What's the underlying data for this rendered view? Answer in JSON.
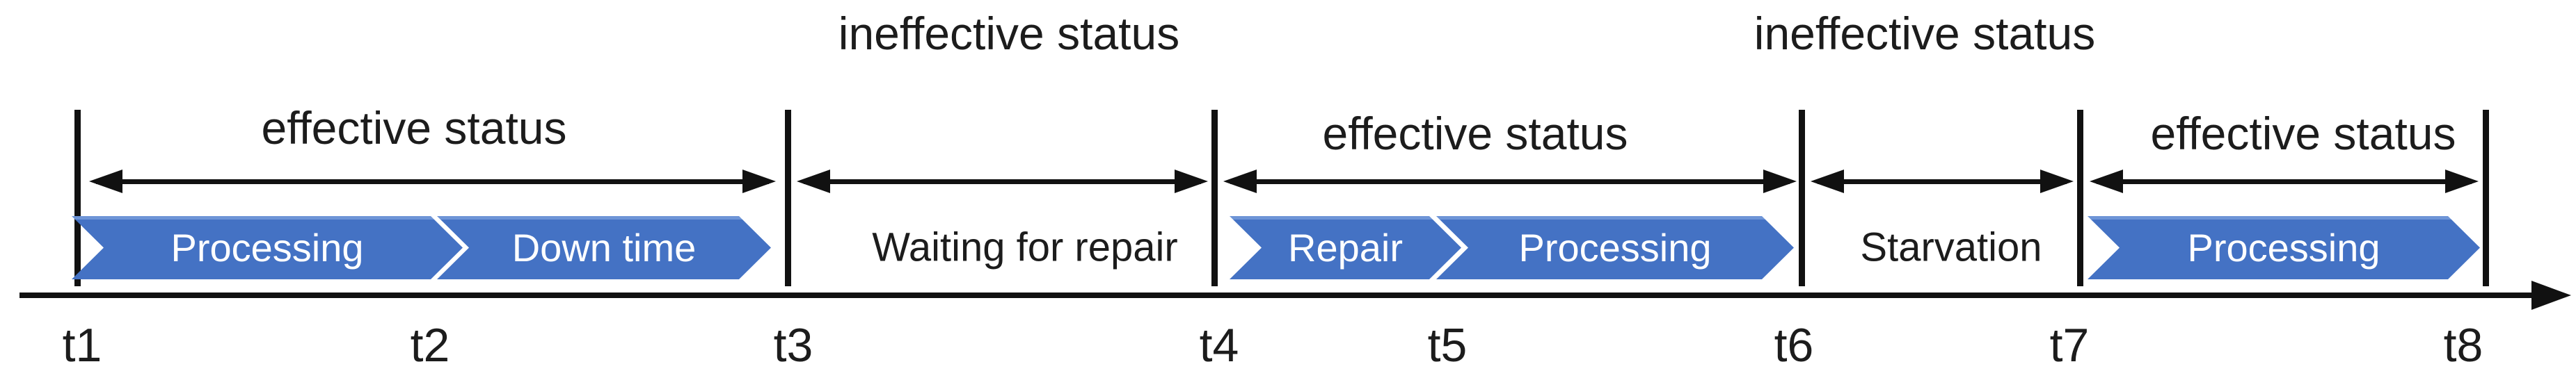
{
  "status_labels": {
    "effective_1": "effective status",
    "ineffective_1": "ineffective status",
    "effective_2": "effective status",
    "ineffective_2": "ineffective status",
    "effective_3": "effective status"
  },
  "chevrons": {
    "processing_1": "Processing",
    "down_time": "Down time",
    "repair": "Repair",
    "processing_2": "Processing",
    "processing_3": "Processing"
  },
  "gaps": {
    "waiting_for_repair": "Waiting for repair",
    "starvation": "Starvation"
  },
  "axis_ticks": [
    "t1",
    "t2",
    "t3",
    "t4",
    "t5",
    "t6",
    "t7",
    "t8"
  ],
  "colors": {
    "chevron_fill": "#4472c4",
    "chevron_highlight": "#6e95d7",
    "chevron_text": "#ffffff",
    "ink": "#111111",
    "text": "#1c1c1c"
  }
}
